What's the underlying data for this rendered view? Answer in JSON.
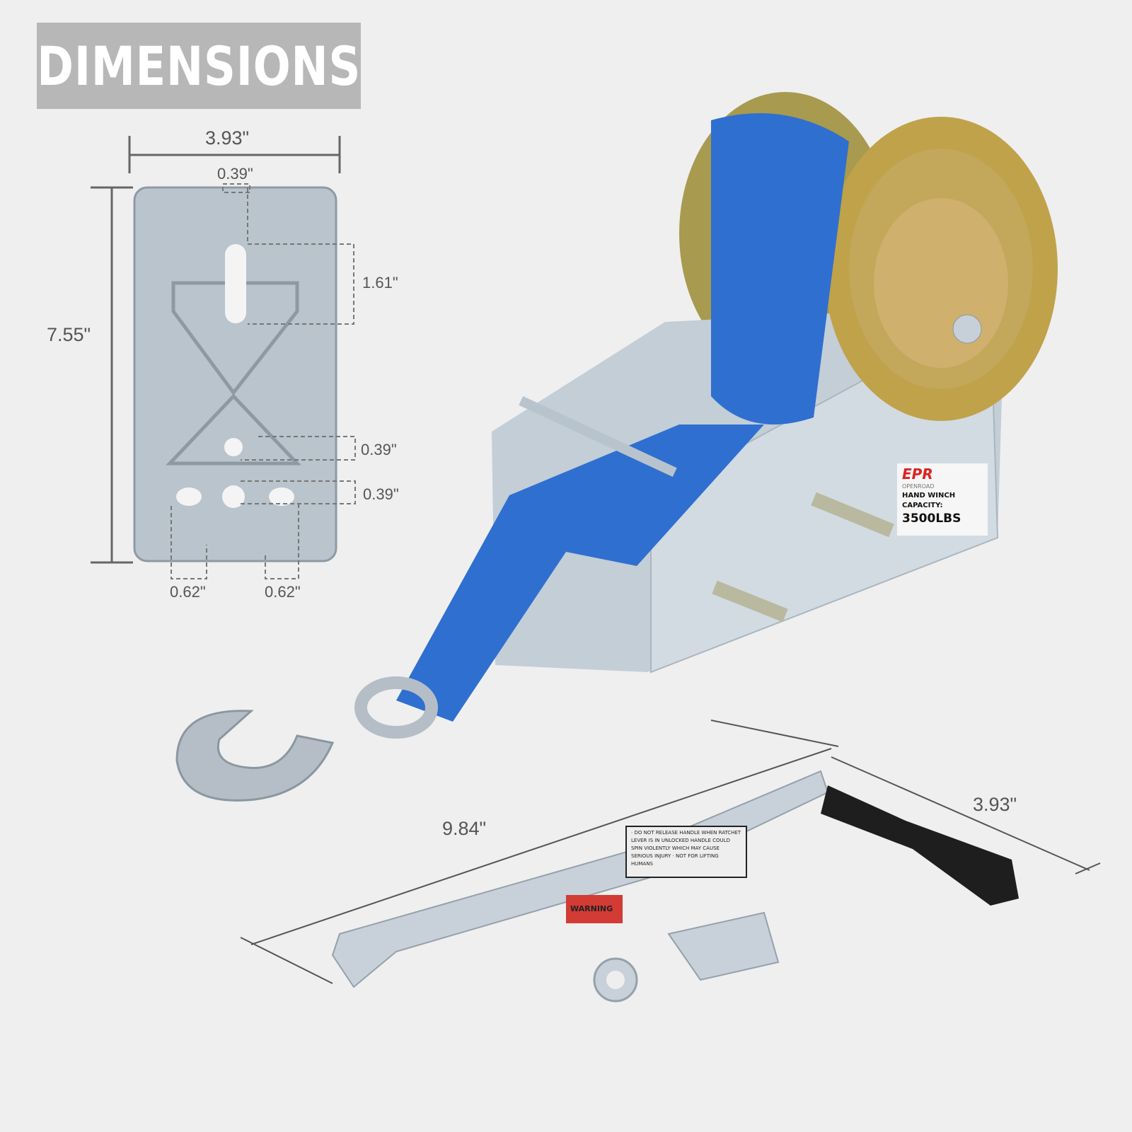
{
  "title": "DIMENSIONS",
  "plate": {
    "width": "3.93\"",
    "height": "7.55\"",
    "slot_width": "0.39\"",
    "slot_length": "1.61\"",
    "hole_a": "0.39\"",
    "hole_b": "0.39\"",
    "bottom_left": "0.62\"",
    "bottom_right": "0.62\""
  },
  "handle": {
    "length": "9.84\"",
    "width": "3.93\""
  },
  "winch_label": {
    "brand": "EPR",
    "sub_brand": "OPENROAD",
    "line1": "HAND WINCH",
    "line2": "CAPACITY:",
    "capacity": "3500LBS"
  },
  "warning_label": {
    "heading": "WARNING",
    "text": "· DO NOT RELEASE HANDLE WHEN RATCHET LEVER IS IN UNLOCKED HANDLE COULD SPIN VIOLENTLY WHICH MAY CAUSE SERIOUS INJURY · NOT FOR LIFTING HUMANS"
  },
  "colors": {
    "strap": "#2f6fd0",
    "metal": "#c9d3dc",
    "gear": "#b7a14a",
    "background": "#efefef"
  }
}
